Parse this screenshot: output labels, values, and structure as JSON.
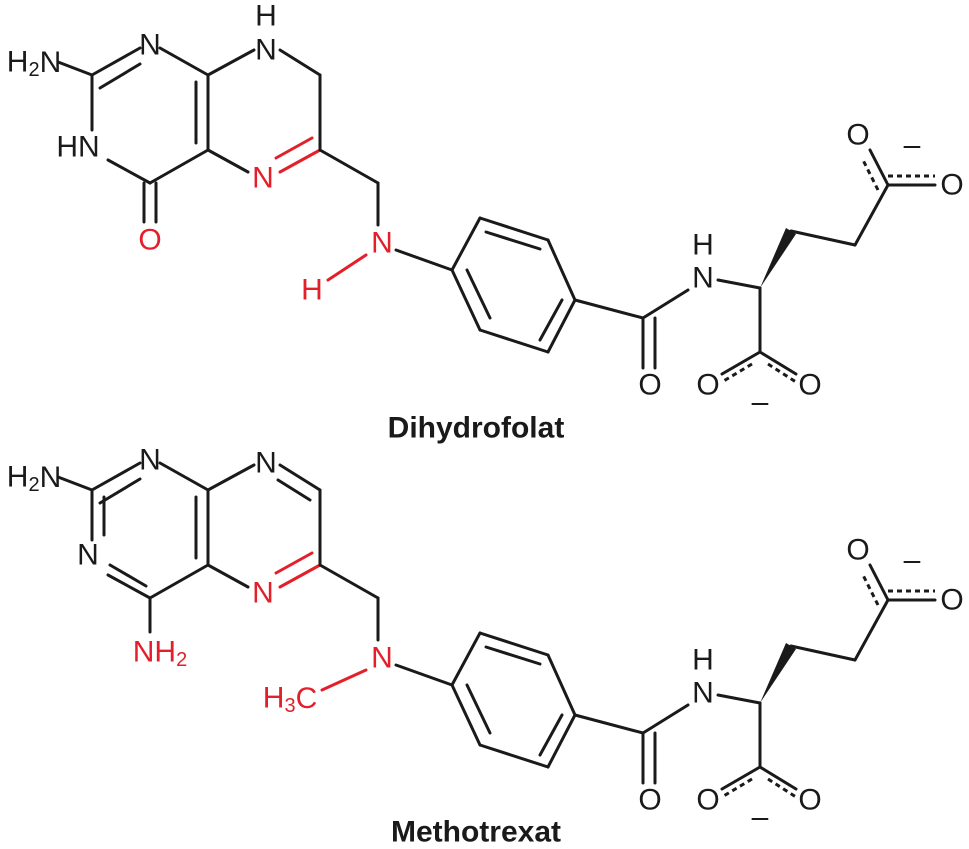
{
  "molecules": [
    {
      "name": "Dihydrofolat",
      "labels": {
        "nh2_top": "H2N",
        "n1": "N",
        "nh_ring": "HN",
        "o_keto": "O",
        "n5": "N",
        "n8_h": "H",
        "n8": "N",
        "n10": "N",
        "n10_sub": "H",
        "amide_nh_h": "H",
        "amide_n": "N",
        "amide_o": "O",
        "coo_o1": "O",
        "coo_o2": "O",
        "coo_charge": "–",
        "side_o1": "O",
        "side_o2": "O",
        "side_charge": "–"
      }
    },
    {
      "name": "Methotrexat",
      "labels": {
        "nh2_top": "H2N",
        "n1": "N",
        "n3": "N",
        "nh2_bottom": "NH2",
        "n5": "N",
        "n8": "N",
        "n10": "N",
        "n10_sub": "H3C",
        "amide_nh_h": "H",
        "amide_n": "N",
        "amide_o": "O",
        "coo_o1": "O",
        "coo_o2": "O",
        "coo_charge": "–",
        "side_o1": "O",
        "side_o2": "O",
        "side_charge": "–"
      }
    }
  ],
  "colors": {
    "highlight": "#e3202a",
    "bond": "#1a1a1a"
  }
}
